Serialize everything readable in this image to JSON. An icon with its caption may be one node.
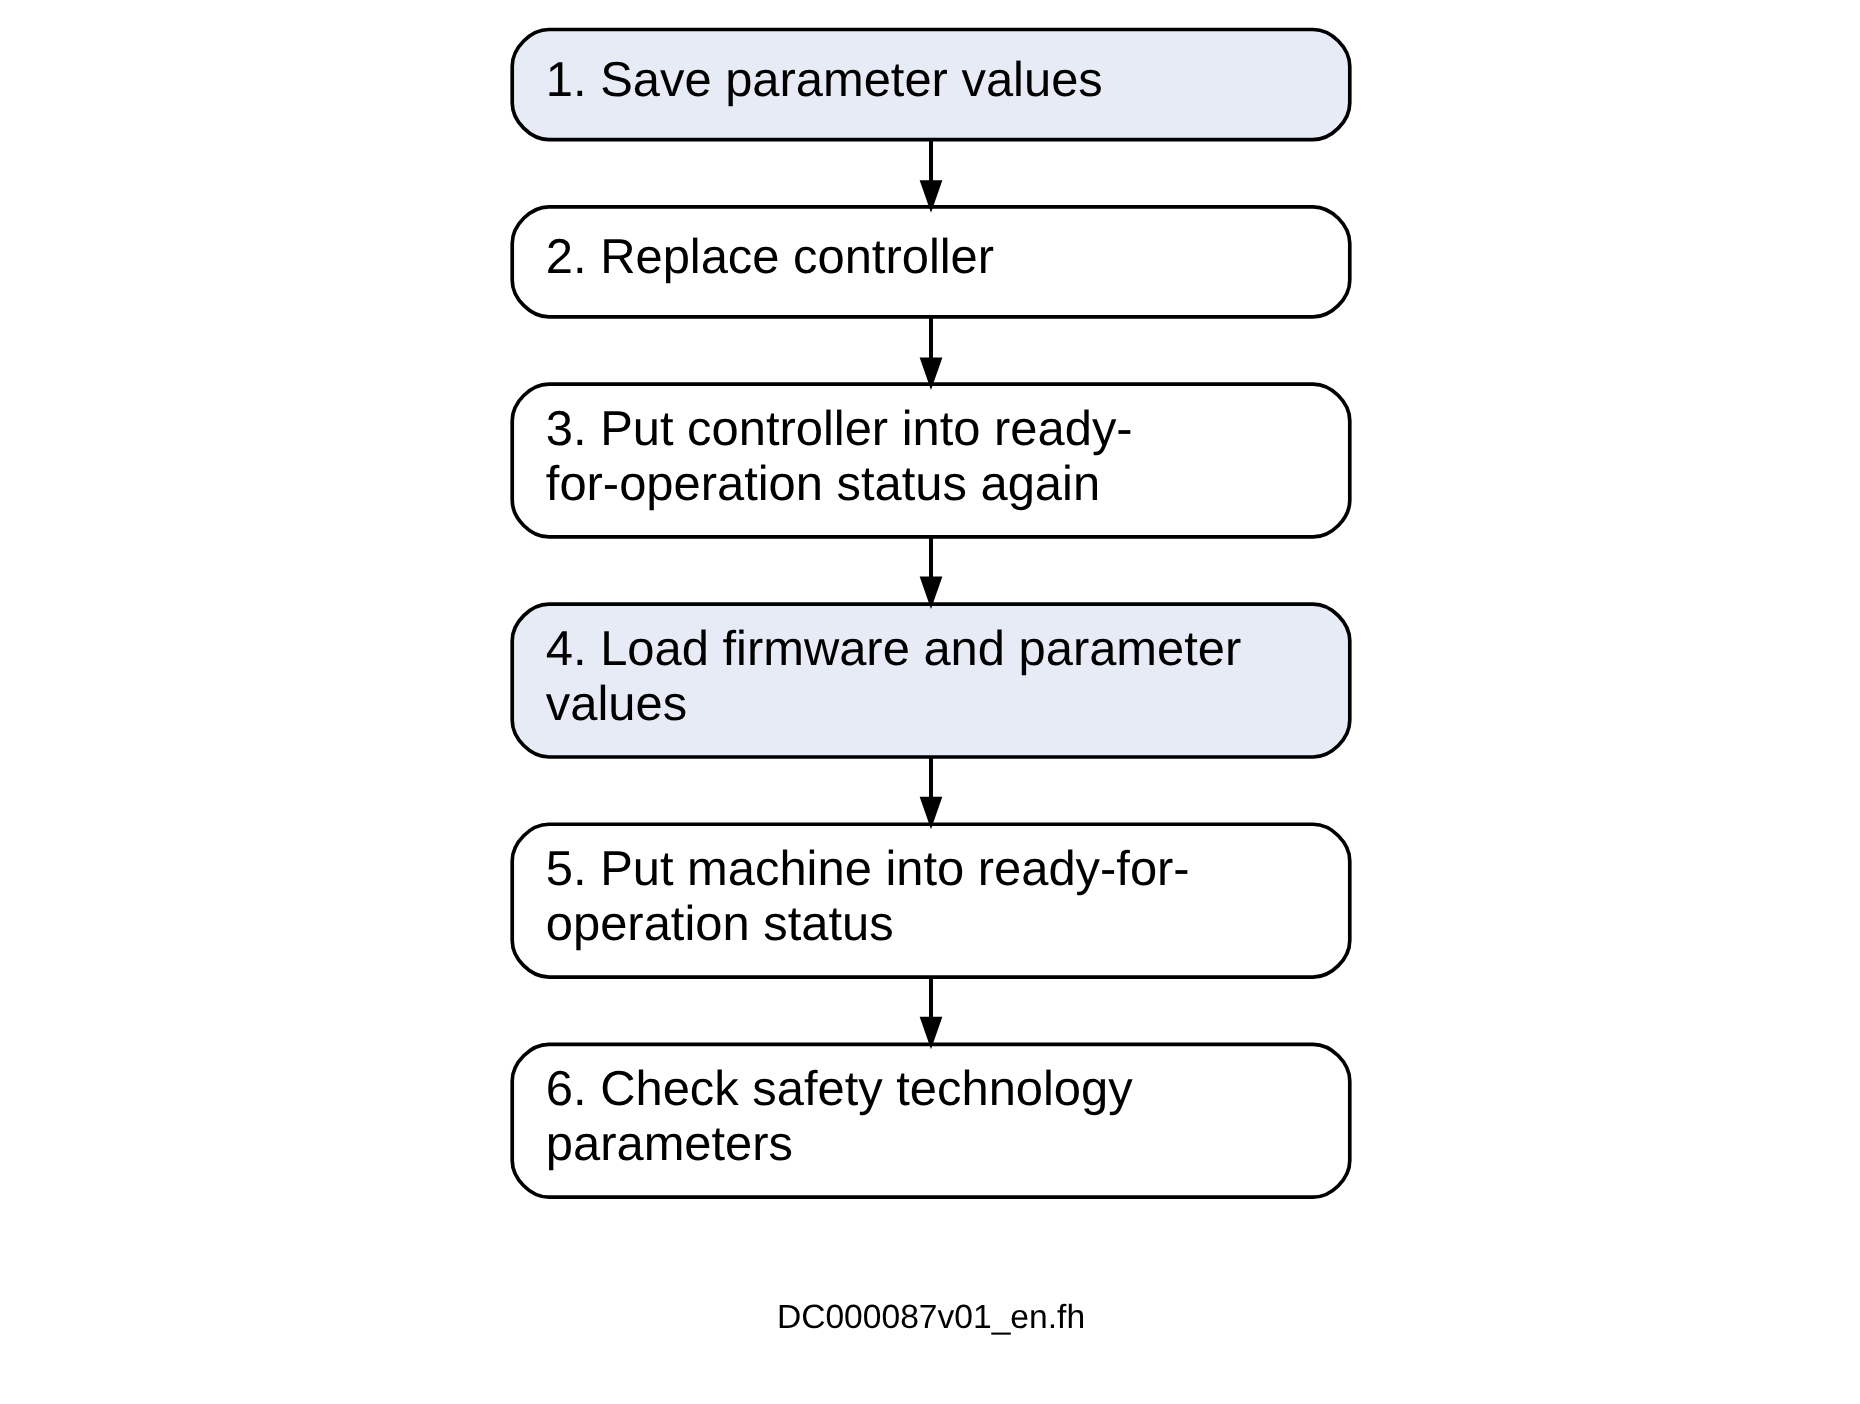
{
  "diagram": {
    "nodes": [
      {
        "text": [
          "1. Save parameter values"
        ]
      },
      {
        "text": [
          "2. Replace controller"
        ]
      },
      {
        "text": [
          "3. Put controller into ready-for-operation status again"
        ]
      },
      {
        "text": [
          "4. Load firmware and parameter values"
        ]
      },
      {
        "text": [
          "5. Put machine into ready-for-operation status"
        ]
      },
      {
        "text": [
          "6. Check safety technology parameters"
        ]
      }
    ],
    "edges": [
      {
        "from": 0,
        "to": 1,
        "arrow": "to"
      },
      {
        "from": 1,
        "to": 2,
        "arrow": "to"
      },
      {
        "from": 2,
        "to": 3,
        "arrow": "to"
      },
      {
        "from": 3,
        "to": 4,
        "arrow": "to"
      },
      {
        "from": 4,
        "to": 5,
        "arrow": "to"
      }
    ],
    "labels": [
      "DC000087v01_en.fh"
    ]
  }
}
